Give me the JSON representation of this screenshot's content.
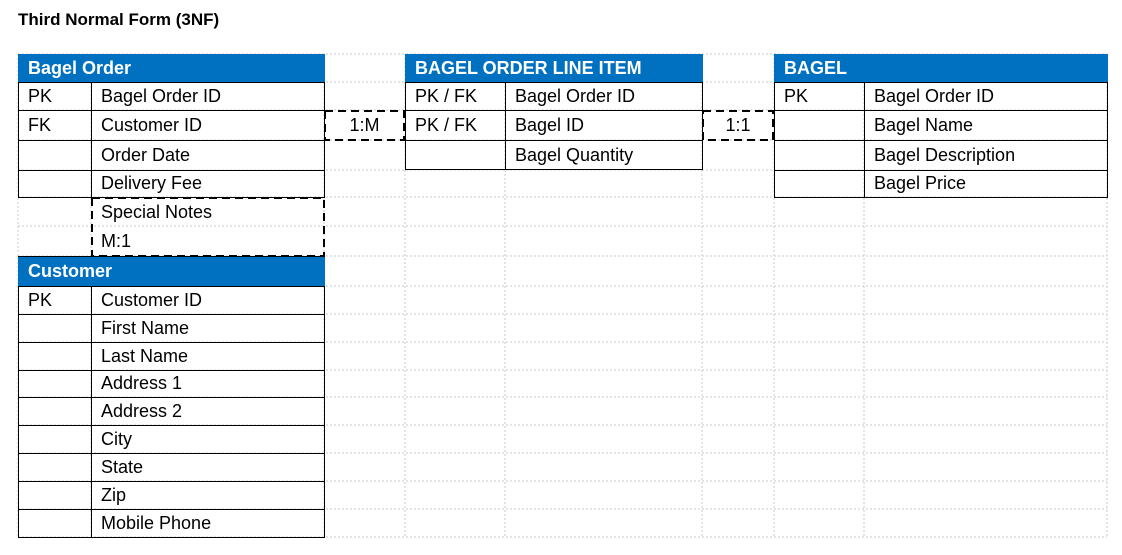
{
  "title": "Third Normal Form (3NF)",
  "colors": {
    "header_bg": "#0070C0",
    "header_text": "#FFFFFF"
  },
  "tables": {
    "bagel_order": {
      "name": "Bagel Order",
      "rows": [
        {
          "key": "PK",
          "field": "Bagel Order ID"
        },
        {
          "key": "FK",
          "field": "Customer ID"
        },
        {
          "key": "",
          "field": "Order Date"
        },
        {
          "key": "",
          "field": "Delivery Fee"
        },
        {
          "key": "",
          "field": "Special Notes"
        }
      ]
    },
    "customer": {
      "name": "Customer",
      "rows": [
        {
          "key": "PK",
          "field": "Customer ID"
        },
        {
          "key": "",
          "field": "First Name"
        },
        {
          "key": "",
          "field": "Last Name"
        },
        {
          "key": "",
          "field": "Address 1"
        },
        {
          "key": "",
          "field": "Address 2"
        },
        {
          "key": "",
          "field": "City"
        },
        {
          "key": "",
          "field": "State"
        },
        {
          "key": "",
          "field": "Zip"
        },
        {
          "key": "",
          "field": "Mobile Phone"
        }
      ]
    },
    "line_item": {
      "name": "BAGEL ORDER LINE ITEM",
      "rows": [
        {
          "key": "PK / FK",
          "field": "Bagel Order ID"
        },
        {
          "key": "PK / FK",
          "field": "Bagel ID"
        },
        {
          "key": "",
          "field": "Bagel Quantity"
        }
      ]
    },
    "bagel": {
      "name": "BAGEL",
      "rows": [
        {
          "key": "PK",
          "field": "Bagel Order ID"
        },
        {
          "key": "",
          "field": "Bagel Name"
        },
        {
          "key": "",
          "field": "Bagel Description"
        },
        {
          "key": "",
          "field": "Bagel Price"
        }
      ]
    }
  },
  "relationships": {
    "order_to_line_item": "1:M",
    "line_item_to_bagel": "1:1",
    "order_to_customer": "M:1"
  }
}
